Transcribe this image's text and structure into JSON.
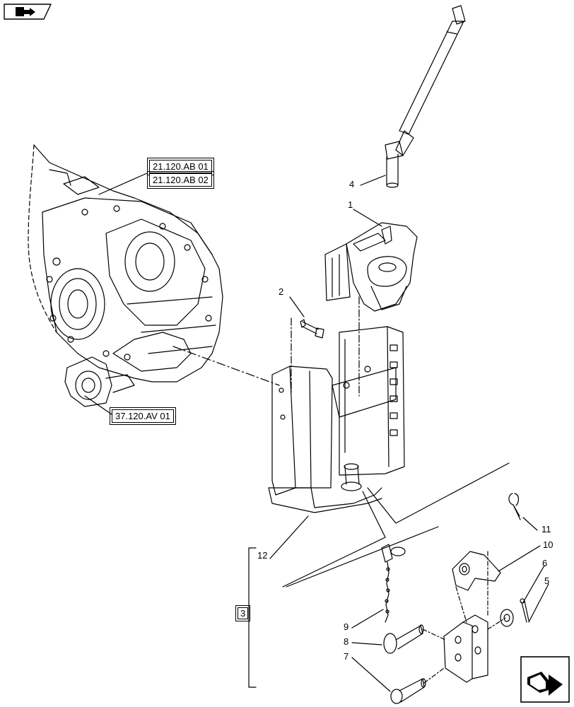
{
  "nav": {
    "top_left_icon": "book-arrow-icon",
    "bottom_right_icon": "next-page-arrow-icon"
  },
  "references": {
    "ref_a": "21.120.AB 01",
    "ref_b": "21.120.AB 02",
    "ref_c": "37.120.AV 01",
    "assembly_ref": "3"
  },
  "callouts": {
    "c1": "1",
    "c2": "2",
    "c4": "4",
    "c5": "5",
    "c6": "6",
    "c7": "7",
    "c8": "8",
    "c9": "9",
    "c10": "10",
    "c11": "11",
    "c12": "12"
  }
}
